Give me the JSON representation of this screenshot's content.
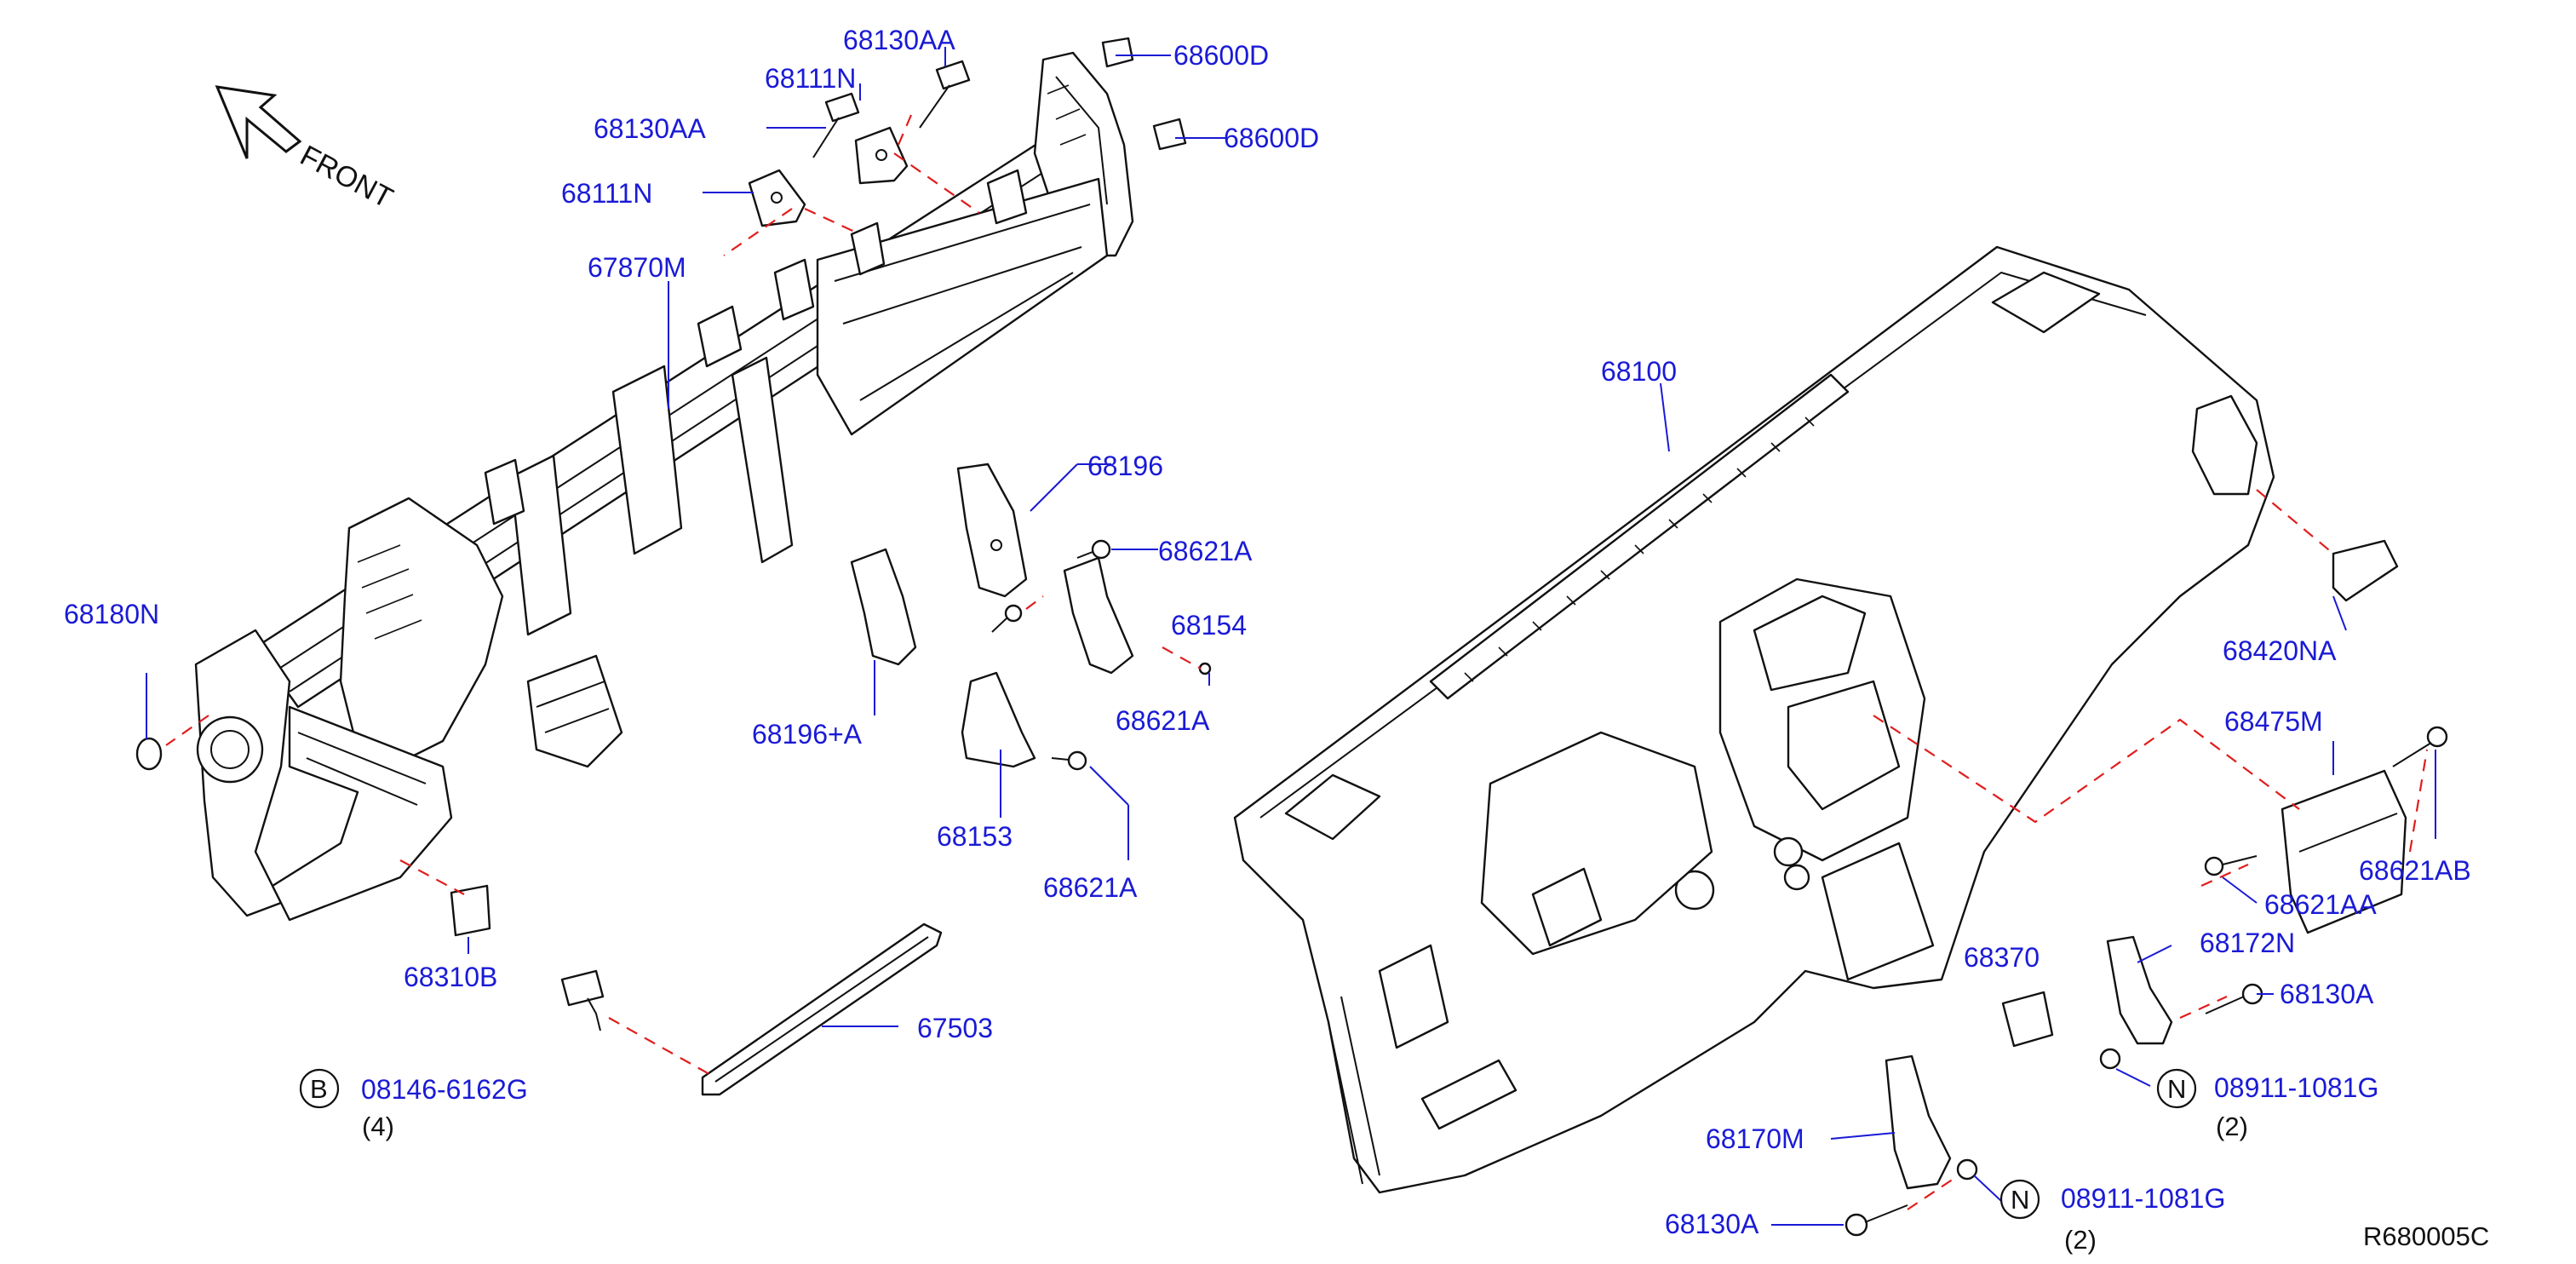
{
  "diagram": {
    "front_label": "FRONT",
    "drawing_code": "R680005C",
    "callouts": [
      {
        "id": "c-68130AA-top",
        "text": "68130AA"
      },
      {
        "id": "c-68111N-top",
        "text": "68111N"
      },
      {
        "id": "c-68600D-1",
        "text": "68600D"
      },
      {
        "id": "c-68600D-2",
        "text": "68600D"
      },
      {
        "id": "c-68130AA-left",
        "text": "68130AA"
      },
      {
        "id": "c-68111N-left",
        "text": "68111N"
      },
      {
        "id": "c-67870M",
        "text": "67870M"
      },
      {
        "id": "c-68196",
        "text": "68196"
      },
      {
        "id": "c-68621A-1",
        "text": "68621A"
      },
      {
        "id": "c-68154",
        "text": "68154"
      },
      {
        "id": "c-68180N",
        "text": "68180N"
      },
      {
        "id": "c-68621A-2",
        "text": "68621A"
      },
      {
        "id": "c-68196A",
        "text": "68196+A"
      },
      {
        "id": "c-68153",
        "text": "68153"
      },
      {
        "id": "c-68621A-3",
        "text": "68621A"
      },
      {
        "id": "c-68310B",
        "text": "68310B"
      },
      {
        "id": "c-67503",
        "text": "67503"
      },
      {
        "id": "c-08146",
        "text": "08146-6162G"
      },
      {
        "id": "c-68100",
        "text": "68100"
      },
      {
        "id": "c-68420NA",
        "text": "68420NA"
      },
      {
        "id": "c-68475M",
        "text": "68475M"
      },
      {
        "id": "c-68621AB",
        "text": "68621AB"
      },
      {
        "id": "c-68621AA",
        "text": "68621AA"
      },
      {
        "id": "c-68370",
        "text": "68370"
      },
      {
        "id": "c-68172N",
        "text": "68172N"
      },
      {
        "id": "c-68130A-1",
        "text": "68130A"
      },
      {
        "id": "c-08911-1",
        "text": "08911-1081G"
      },
      {
        "id": "c-68170M",
        "text": "68170M"
      },
      {
        "id": "c-68130A-2",
        "text": "68130A"
      },
      {
        "id": "c-08911-2",
        "text": "08911-1081G"
      }
    ],
    "quantities": {
      "q_08146": "(4)",
      "q_08911_1": "(2)",
      "q_08911_2": "(2)"
    },
    "circle_symbols": {
      "b": "B",
      "n1": "N",
      "n2": "N"
    },
    "colors": {
      "callout_text": "#1a1ad6",
      "leader_line": "#1a1ad6",
      "dashed_line": "#e11d1d",
      "part_outline": "#111111",
      "background": "#ffffff"
    }
  }
}
